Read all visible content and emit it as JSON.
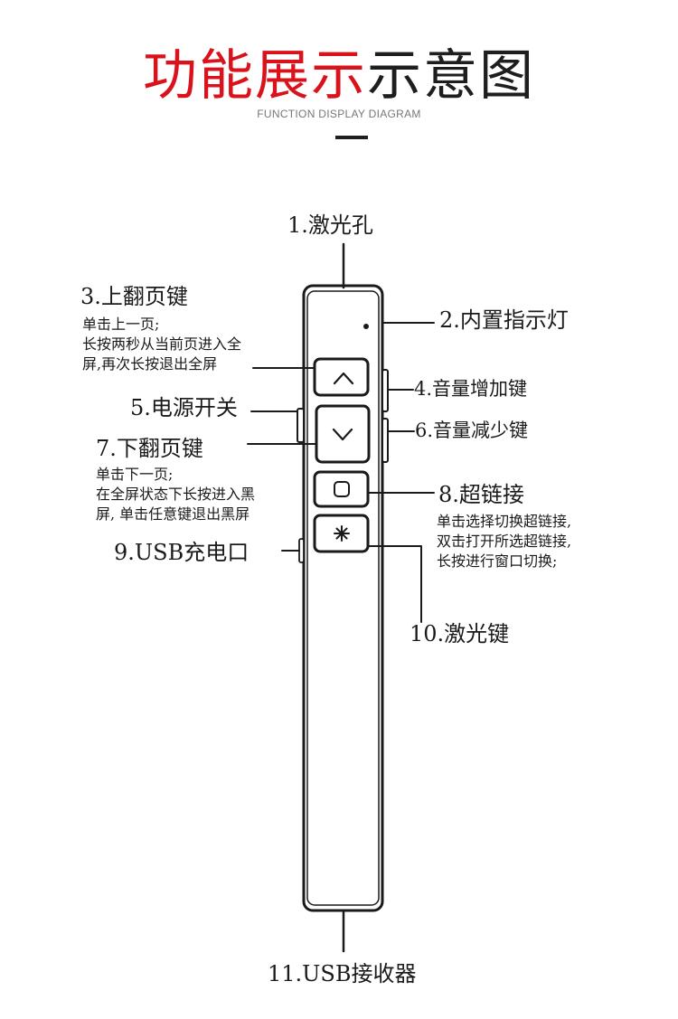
{
  "header": {
    "title_red": "功能展示",
    "title_black": "示意图",
    "subtitle": "FUNCTION DISPLAY DIAGRAM"
  },
  "labels": {
    "laser_hole": "1.激光孔",
    "indicator": "2.内置指示灯",
    "page_up": "3.上翻页键",
    "page_up_desc": [
      "单击上一页;",
      "长按两秒从当前页进入全",
      "屏,再次长按退出全屏"
    ],
    "vol_up": "4.音量增加键",
    "power": "5.电源开关",
    "vol_down": "6.音量减少键",
    "page_down": "7.下翻页键",
    "page_down_desc": [
      "单击下一页;",
      "在全屏状态下长按进入黑",
      "屏, 单击任意键退出黑屏"
    ],
    "hyperlink": "8.超链接",
    "hyperlink_desc": [
      "单击选择切换超链接,",
      "双击打开所选超链接,",
      "长按进行窗口切换;"
    ],
    "usb_port": "9.USB充电口",
    "laser_key": "10.激光键",
    "usb_receiver": "11.USB接收器"
  },
  "buttons": {
    "up_icon": "chevron-up",
    "down_icon": "chevron-down",
    "link_icon": "rounded-square",
    "laser_icon": "asterisk"
  }
}
